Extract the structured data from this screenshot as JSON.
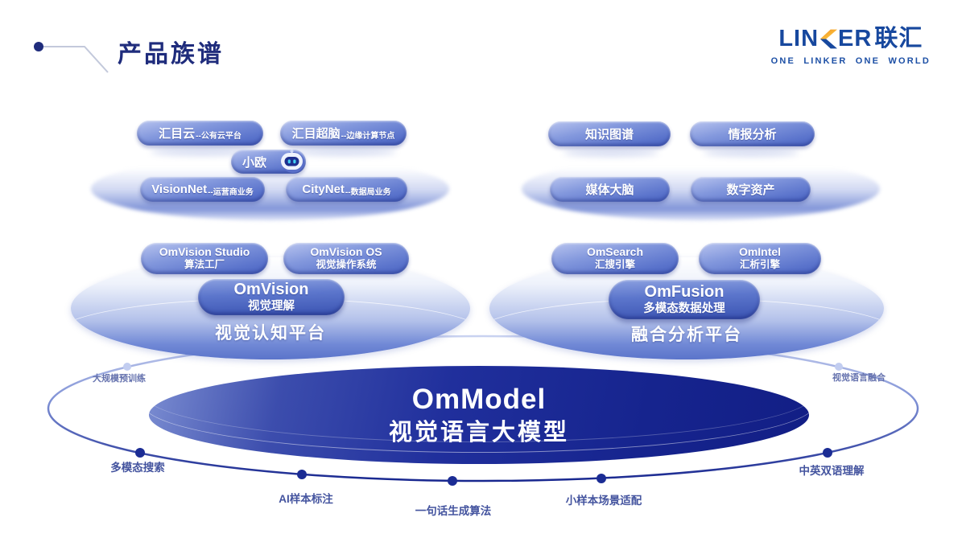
{
  "header": {
    "title": "产品族谱"
  },
  "logo": {
    "pre": "LIN",
    "post": "ER",
    "cn": "联汇",
    "tagline": "ONE LINKER ONE WORLD"
  },
  "top_left": {
    "pills": [
      {
        "main": "汇目云",
        "suffix": "--公有云平台"
      },
      {
        "main": "汇目超脑",
        "suffix": "--边缘计算节点"
      },
      {
        "main": "VisionNet",
        "suffix": "--运营商业务"
      },
      {
        "main": "CityNet",
        "suffix": "--数据局业务"
      }
    ],
    "assistant": "小欧"
  },
  "top_right": {
    "pills": [
      "知识图谱",
      "情报分析",
      "媒体大脑",
      "数字资产"
    ]
  },
  "mid_left": {
    "sub_pills": [
      {
        "en": "OmVision Studio",
        "cn": "算法工厂"
      },
      {
        "en": "OmVision OS",
        "cn": "视觉操作系统"
      }
    ],
    "main_pill": {
      "en": "OmVision",
      "cn": "视觉理解"
    },
    "platform": "视觉认知平台"
  },
  "mid_right": {
    "sub_pills": [
      {
        "en": "OmSearch",
        "cn": "汇搜引擎"
      },
      {
        "en": "OmIntel",
        "cn": "汇析引擎"
      }
    ],
    "main_pill": {
      "en": "OmFusion",
      "cn": "多模态数据处理"
    },
    "platform": "融合分析平台"
  },
  "foundation": {
    "en": "OmModel",
    "cn": "视觉语言大模型",
    "orbit_labels": [
      "大规模预训练",
      "视觉语言融合",
      "多模态搜索",
      "中英双语理解",
      "AI样本标注",
      "一句话生成算法",
      "小样本场景适配"
    ]
  },
  "colors": {
    "title_navy": "#1f2c7c",
    "logo_blue": "#17489e",
    "logo_orange": "#f08a1d",
    "pill_blue": "#5b74cc",
    "deep_navy": "#16248e",
    "orbit_navy": "#1b2c94",
    "eye_cyan": "#43d0f2"
  }
}
